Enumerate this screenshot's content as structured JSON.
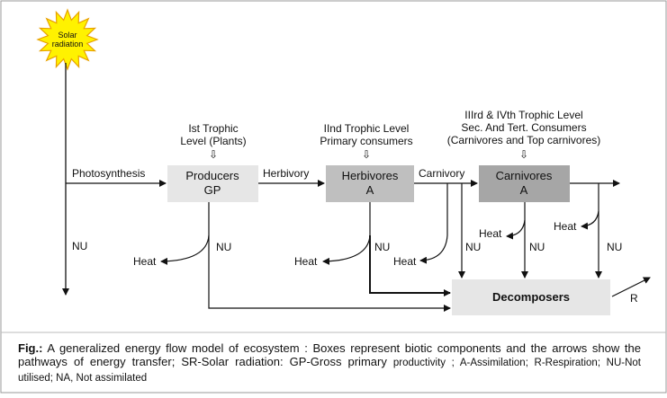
{
  "sun": {
    "line1": "Solar",
    "line2": "radiation",
    "color": "#FFF200",
    "stroke": "#E8A200"
  },
  "levels": {
    "first": {
      "line1": "Ist Trophic",
      "line2": "Level (Plants)"
    },
    "second": {
      "line1": "IInd Trophic Level",
      "line2": "Primary consumers"
    },
    "third": {
      "line1": "IIIrd & IVth Trophic Level",
      "line2": "Sec. And Tert. Consumers",
      "line3": "(Carnivores and Top carnivores)"
    },
    "pointer": "⇩"
  },
  "boxes": {
    "producers": {
      "line1": "Producers",
      "line2": "GP",
      "color": "#E6E6E6"
    },
    "herbivores": {
      "line1": "Herbivores",
      "line2": "A",
      "color": "#BFBFBF"
    },
    "carnivores": {
      "line1": "Carnivores",
      "line2": "A",
      "color": "#A6A6A6"
    },
    "decomposers": {
      "label": "Decomposers",
      "color": "#E6E6E6"
    }
  },
  "flows": {
    "photosynthesis": "Photosynthesis",
    "herbivory": "Herbivory",
    "carnivory": "Carnivory",
    "nu": "NU",
    "heat": "Heat",
    "r": "R"
  },
  "caption": {
    "prefix": "Fig.:",
    "main": "A generalized energy flow model of ecosystem : Boxes represent biotic components and the arrows show the pathways of energy transfer; SR-Solar radiation: GP-Gross primary",
    "tail": "productivity ; A-Assimilation; R-Respiration; NU-Not utilised; NA, Not assimilated"
  }
}
